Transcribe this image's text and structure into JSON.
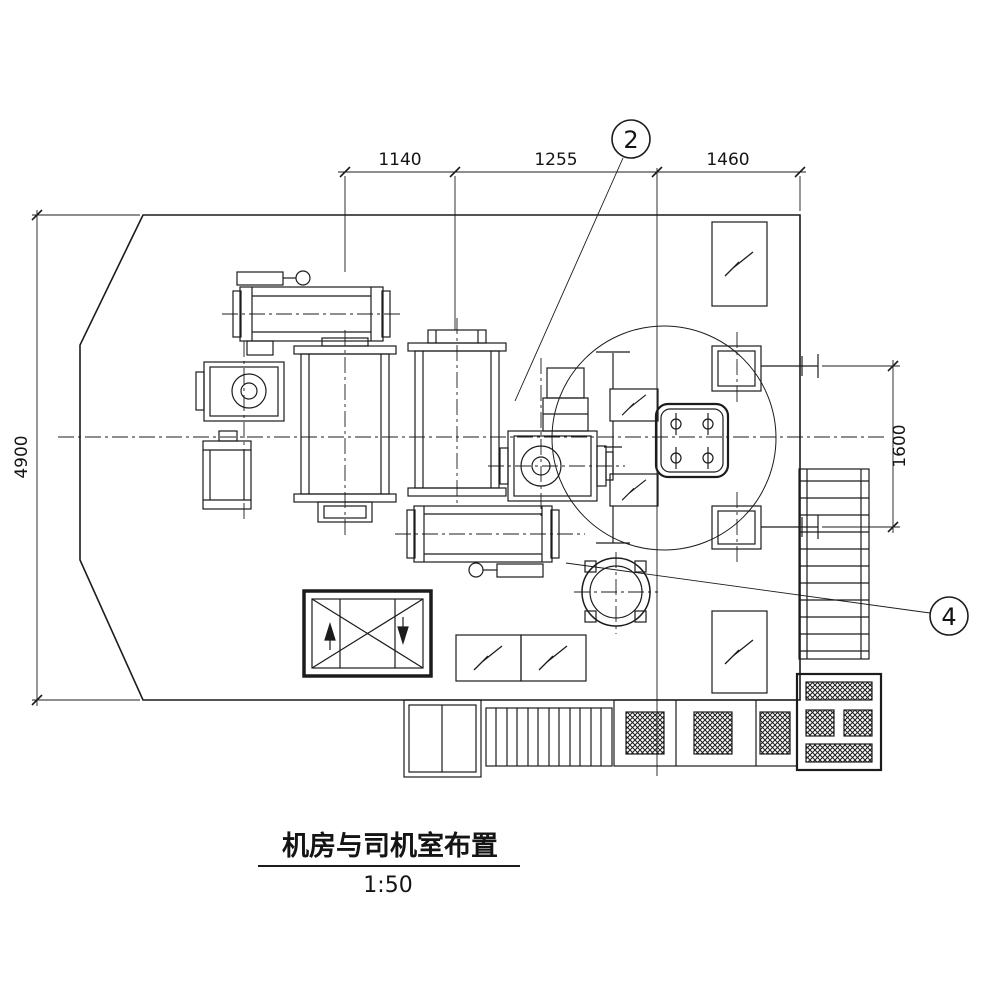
{
  "drawing": {
    "title": {
      "text": "机房与司机室布置",
      "scale": "1:50"
    },
    "callouts": [
      {
        "label": "2"
      },
      {
        "label": "4"
      }
    ],
    "dimensions": {
      "top": [
        {
          "label": "1140"
        },
        {
          "label": "1255"
        },
        {
          "label": "1460"
        }
      ],
      "left": {
        "label": "4900"
      },
      "right": {
        "label": "1600"
      }
    },
    "colors": {
      "line": "#1c1c1c",
      "background": "#ffffff"
    }
  }
}
